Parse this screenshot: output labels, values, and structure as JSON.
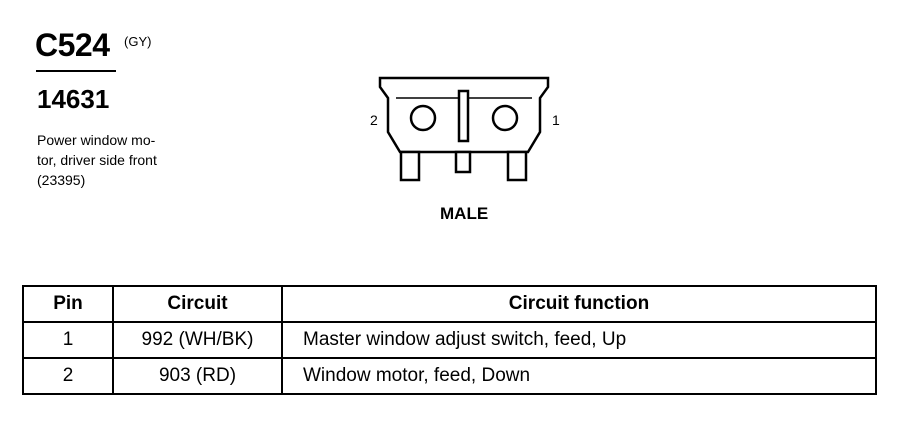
{
  "connector": {
    "id": "C524",
    "color_code": "(GY)",
    "part_number": "14631",
    "description": "Power window mo-\ntor, driver side front\n(23395)"
  },
  "diagram": {
    "pin_label_left": "2",
    "pin_label_right": "1",
    "view_label": "MALE"
  },
  "table": {
    "headers": [
      "Pin",
      "Circuit",
      "Circuit function"
    ],
    "rows": [
      {
        "pin": "1",
        "circuit": "992 (WH/BK)",
        "function": "Master window adjust switch, feed, Up"
      },
      {
        "pin": "2",
        "circuit": "903 (RD)",
        "function": "Window motor, feed, Down"
      }
    ]
  }
}
